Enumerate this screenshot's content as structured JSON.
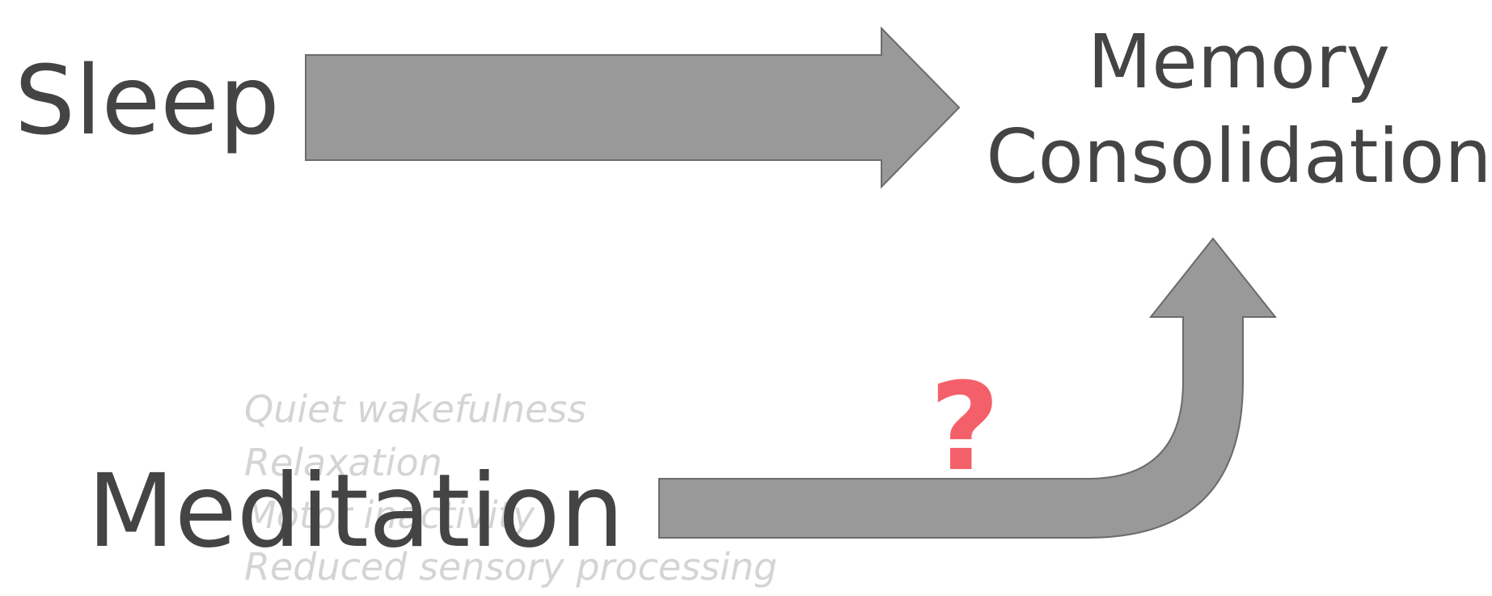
{
  "diagram": {
    "source": "Sleep",
    "target_line1": "Memory",
    "target_line2": "Consolidation",
    "candidate": "Meditation",
    "candidate_features": [
      "Quiet wakefulness",
      "Relaxation",
      "Motor inactivity",
      "Reduced sensory processing"
    ],
    "uncertainty_mark": "?"
  },
  "colors": {
    "arrow_fill": "#999999",
    "arrow_stroke": "#6b6b6b",
    "text": "#444444",
    "faded_text": "#d4d4d4",
    "question_mark": "#f4606a"
  },
  "icons": {
    "straight_arrow": "arrow-right-icon",
    "curved_arrow": "arrow-curve-up-icon"
  }
}
